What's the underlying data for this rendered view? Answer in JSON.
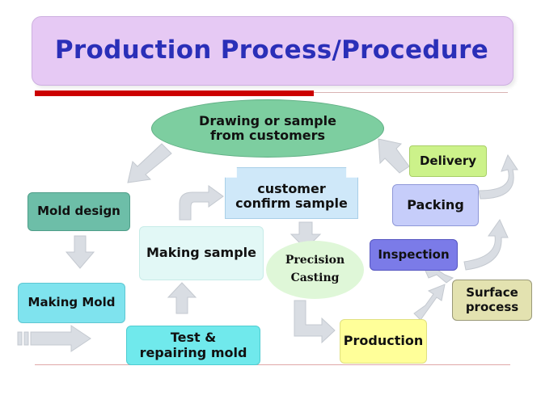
{
  "title": "Production Process/Procedure",
  "nodes": {
    "drawing": "Drawing or sample\nfrom customers",
    "confirm": "customer\nconfirm sample",
    "mold_design": "Mold design",
    "making_sample": "Making sample",
    "precision": "Precision\nCasting",
    "making_mold": "Making Mold",
    "test": "Test &\nrepairing mold",
    "production": "Production",
    "surface": "Surface\nprocess",
    "inspection": "Inspection",
    "packing": "Packing",
    "delivery": "Delivery"
  },
  "colors": {
    "title_text": "#2a2fb8",
    "title_bg": "#e6c9f4",
    "red_bar": "#cc0000",
    "arrow_gray": "#d9dde3"
  }
}
